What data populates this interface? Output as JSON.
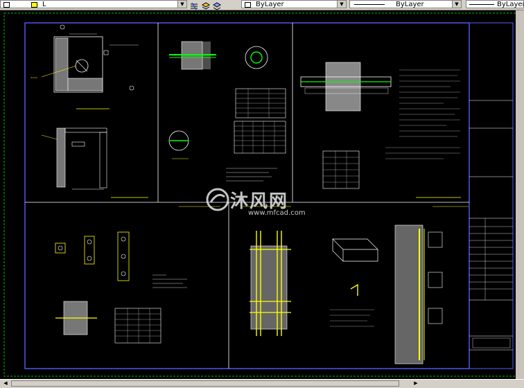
{
  "toolbar": {
    "layer_name": "L",
    "color_value": "ByLayer",
    "linetype_value": "ByLayer",
    "lineweight_value": "ByLayer"
  },
  "watermark": {
    "brand": "沐风网",
    "url": "www.mfcad.com"
  },
  "colors": {
    "background": "#000000",
    "border": "#5a5aff",
    "drawing_lines": "#ffffff",
    "highlight": "#ffff00",
    "green_frame": "#00c000"
  }
}
